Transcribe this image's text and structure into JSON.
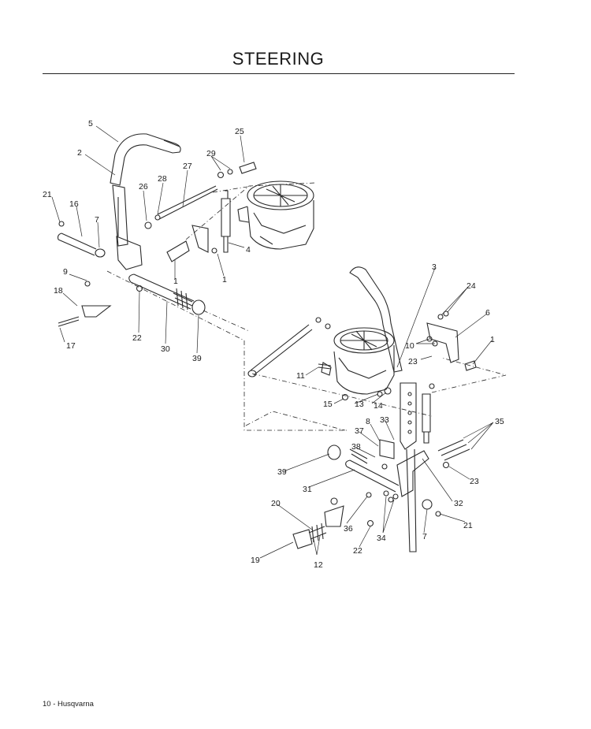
{
  "page": {
    "title": "STEERING",
    "footer": "10 - Husqvarna"
  },
  "callouts": [
    "1",
    "2",
    "3",
    "4",
    "5",
    "6",
    "7",
    "8",
    "9",
    "10",
    "11",
    "12",
    "13",
    "14",
    "15",
    "16",
    "17",
    "18",
    "19",
    "20",
    "21",
    "22",
    "23",
    "24",
    "25",
    "26",
    "27",
    "28",
    "29",
    "30",
    "31",
    "32",
    "33",
    "34",
    "35",
    "36",
    "37",
    "38",
    "39"
  ]
}
